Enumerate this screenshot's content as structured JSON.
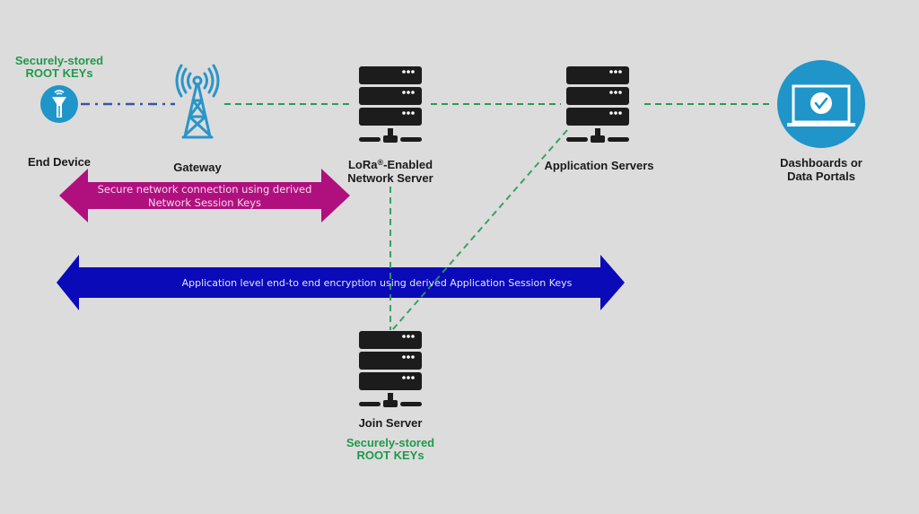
{
  "diagram": {
    "colors": {
      "background": "#dcdcdc",
      "device_blue": "#1f95c9",
      "server_black": "#1c1c1c",
      "dashed_green": "#2a9a5a",
      "dashdot_blue": "#3a55a8",
      "network_arrow": "#b0107e",
      "application_arrow": "#0a0ab8",
      "root_key_green": "#1f9a4a"
    },
    "nodes": {
      "end_device": {
        "label": "End Device",
        "icon": "iot-sensor-icon",
        "note_line1": "Securely-stored",
        "note_line2": "ROOT KEYs"
      },
      "gateway": {
        "label": "Gateway",
        "icon": "radio-tower-icon"
      },
      "network_server": {
        "label_prefix": "LoRa",
        "label_mark": "®",
        "label_suffix": "-Enabled",
        "label_line2": "Network Server",
        "icon": "server-icon"
      },
      "application_servers": {
        "label": "Application Servers",
        "icon": "server-icon"
      },
      "dashboards": {
        "label_line1": "Dashboards or",
        "label_line2": "Data Portals",
        "icon": "laptop-check-icon"
      },
      "join_server": {
        "label": "Join Server",
        "icon": "server-icon",
        "note_line1": "Securely-stored",
        "note_line2": "ROOT KEYs"
      }
    },
    "arrows": {
      "network": {
        "line1": "Secure network connection using derived",
        "line2": "Network Session Keys"
      },
      "application": {
        "text": "Application level end-to end encryption using derived Application Session Keys"
      }
    },
    "connections": [
      {
        "from": "end_device",
        "to": "gateway",
        "style": "dash-dot"
      },
      {
        "from": "gateway",
        "to": "network_server",
        "style": "dashed"
      },
      {
        "from": "network_server",
        "to": "application_servers",
        "style": "dashed"
      },
      {
        "from": "application_servers",
        "to": "dashboards",
        "style": "dashed"
      },
      {
        "from": "network_server",
        "to": "join_server",
        "style": "dashed"
      },
      {
        "from": "application_servers",
        "to": "join_server",
        "style": "dashed"
      }
    ]
  }
}
